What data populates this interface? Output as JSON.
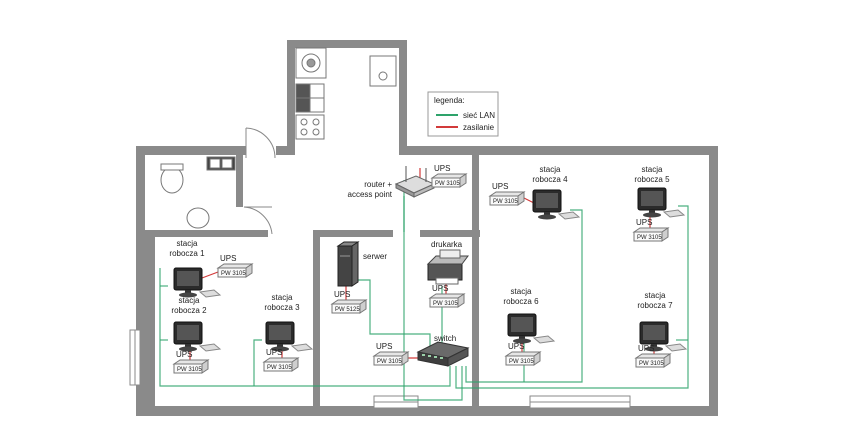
{
  "legend": {
    "title": "legenda:",
    "items": [
      {
        "label": "sieć LAN",
        "color": "#2ea36b"
      },
      {
        "label": "zasilanie",
        "color": "#d23a3a"
      }
    ]
  },
  "colors": {
    "lan": "#2ea36b",
    "power": "#d23a3a",
    "wall": "#8a8a8a"
  },
  "devices": {
    "router": {
      "line1": "router +",
      "line2": "access point"
    },
    "server": {
      "label": "serwer"
    },
    "printer": {
      "label": "drukarka"
    },
    "switch": {
      "label": "switch"
    }
  },
  "ups": {
    "label": "UPS",
    "model_standard": "PW 3105",
    "model_server": "PW 5125"
  },
  "stations": [
    {
      "line1": "stacja",
      "line2": "robocza 1"
    },
    {
      "line1": "stacja",
      "line2": "robocza 2"
    },
    {
      "line1": "stacja",
      "line2": "robocza 3"
    },
    {
      "line1": "stacja",
      "line2": "robocza 4"
    },
    {
      "line1": "stacja",
      "line2": "robocza 5"
    },
    {
      "line1": "stacja",
      "line2": "robocza 6"
    },
    {
      "line1": "stacja",
      "line2": "robocza 7"
    }
  ]
}
